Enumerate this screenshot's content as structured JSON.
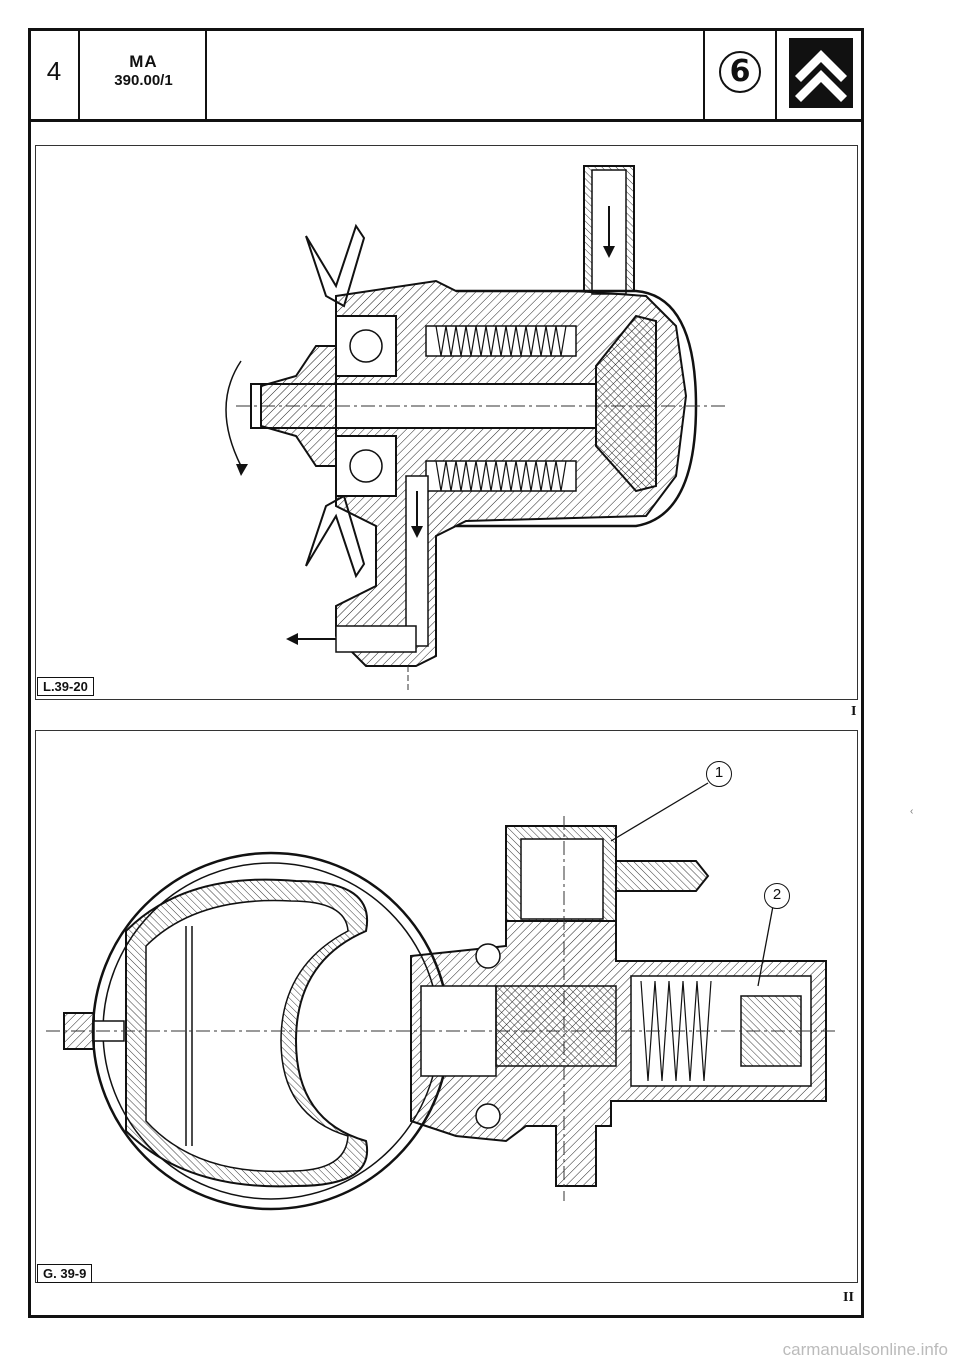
{
  "header": {
    "page_number": "4",
    "manual_code_line1": "MA",
    "manual_code_line2": "390.00/1",
    "section_number": "6"
  },
  "figures": [
    {
      "reference": "L.39-20",
      "roman": "I"
    },
    {
      "reference": "G. 39-9",
      "roman": "II",
      "callouts": [
        "1",
        "2"
      ]
    }
  ],
  "footer": {
    "watermark": "carmanualsonline.info"
  },
  "stray_mark": "‹"
}
